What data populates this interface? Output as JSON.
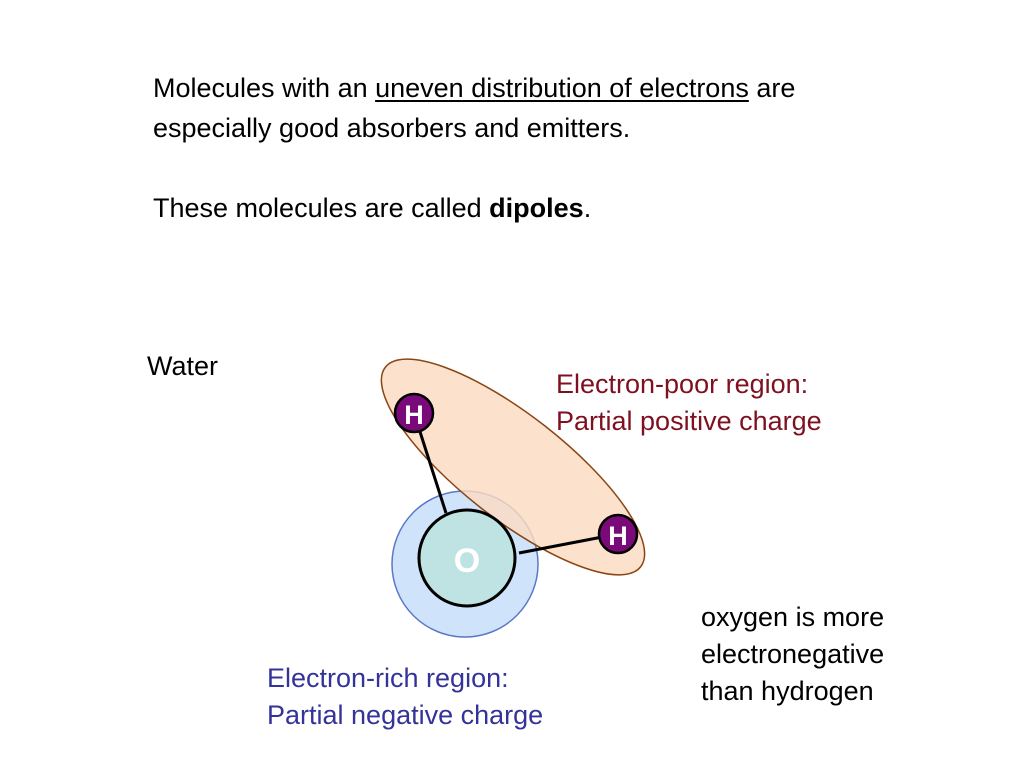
{
  "intro": {
    "line1_before": "Molecules with an ",
    "line1_emphasis": "uneven distribution of electrons",
    "line1_after": " are especially good absorbers and emitters.",
    "line2_before": "These molecules are called ",
    "line2_emphasis": "dipoles",
    "line2_after": "."
  },
  "molecule": {
    "name": "Water",
    "atoms": {
      "hydrogen_top": "H",
      "hydrogen_right": "H",
      "oxygen": "O"
    }
  },
  "regions": {
    "electron_poor": {
      "title": "Electron-poor region:",
      "charge": "Partial positive charge"
    },
    "electron_rich": {
      "title": "Electron-rich region:",
      "charge": "Partial negative charge"
    }
  },
  "note": [
    "oxygen is more",
    "electronegative",
    "than hydrogen"
  ],
  "colors": {
    "poor_region_fill": "#fbdcc2",
    "poor_region_stroke": "#8b4513",
    "rich_region_fill": "#cfe3fb",
    "rich_region_stroke": "#5b78c8",
    "oxygen_fill": "#bfe3e3",
    "hydrogen_fill": "#7a0a7a",
    "poor_text": "#7f1020",
    "rich_text": "#333399"
  }
}
